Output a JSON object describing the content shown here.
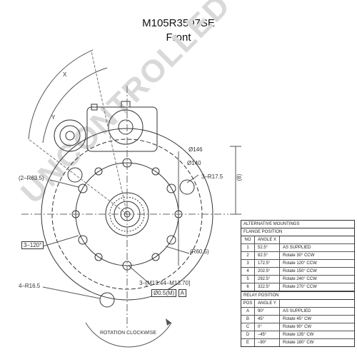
{
  "title": "M105R3507SE",
  "subtitle": "Front",
  "watermark": "UNCONTROLLED COPY",
  "dims": {
    "d146": "Ø146",
    "d140": "Ø140",
    "r17": "3–R17.5",
    "r63": "(2–R63.5)",
    "a120": "3–120°",
    "r60": "(R60.5)",
    "r16": "4–R16.5",
    "thread": "3–[M13.44–M13.70]",
    "tol": "Ø0.5(M)",
    "datum": "A",
    "x_label": "X",
    "y_label": "Y",
    "z_label": "(8)"
  },
  "rotation": "ROTATION CLOCKWISE",
  "table": {
    "title": "ALTERNATIVE MOUNTINGS",
    "flange_title": "FLANGE POSITION",
    "flange_header": [
      "NO",
      "ANGLE X",
      ""
    ],
    "flange_rows": [
      [
        "1",
        "52.5°",
        "AS SUPPLIED"
      ],
      [
        "2",
        "82.5°",
        "Rotate 30° CCW"
      ],
      [
        "3",
        "172.5°",
        "Rotate 120° CCW"
      ],
      [
        "4",
        "202.5°",
        "Rotate 150° CCW"
      ],
      [
        "5",
        "292.5°",
        "Rotate 240° CCW"
      ],
      [
        "6",
        "322.5°",
        "Rotate 270° CCW"
      ]
    ],
    "relay_title": "RELAY POSITION",
    "relay_header": [
      "POS",
      "ANGLE Y",
      ""
    ],
    "relay_rows": [
      [
        "A",
        "90°",
        "AS SUPPLIED"
      ],
      [
        "B",
        "45°",
        "Rotate 45° CW"
      ],
      [
        "C",
        "0°",
        "Rotate 90° CW"
      ],
      [
        "D",
        "–45°",
        "Rotate 135° CW"
      ],
      [
        "E",
        "–90°",
        "Rotate 180° CW"
      ]
    ]
  }
}
